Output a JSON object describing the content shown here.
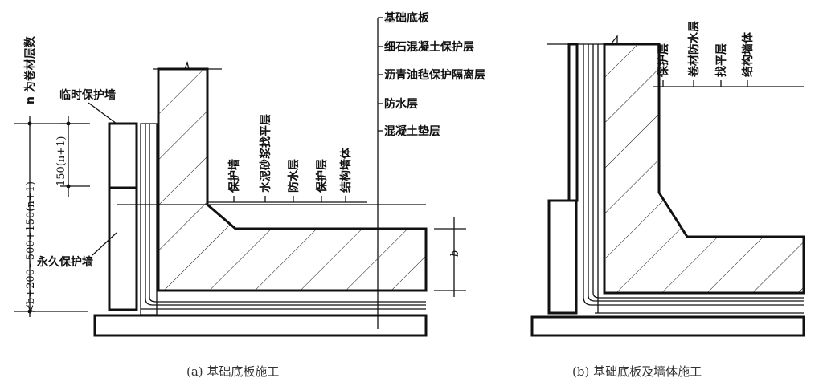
{
  "figure_a": {
    "caption": "(a) 基础底板施工",
    "layer_labels": [
      "基础底板",
      "细石混凝土保护层",
      "沥青油毡保护隔离层",
      "防水层",
      "混凝土垫层"
    ],
    "wall_labels": [
      "保护墙",
      "水泥砂浆找平层",
      "防水层",
      "保护层",
      "结构墙体"
    ],
    "temp_wall": "临时保护墙",
    "perm_wall": "永久保护墙",
    "dim_total": "≮b+200~500+150(n+1)",
    "dim_note": "n 为卷材层数",
    "dim_lap": "150(n+1)",
    "dim_b": "b"
  },
  "figure_b": {
    "caption": "(b) 基础底板及墙体施工",
    "wall_labels": [
      "保护层",
      "卷材防水层",
      "找平层",
      "结构墙体"
    ]
  }
}
